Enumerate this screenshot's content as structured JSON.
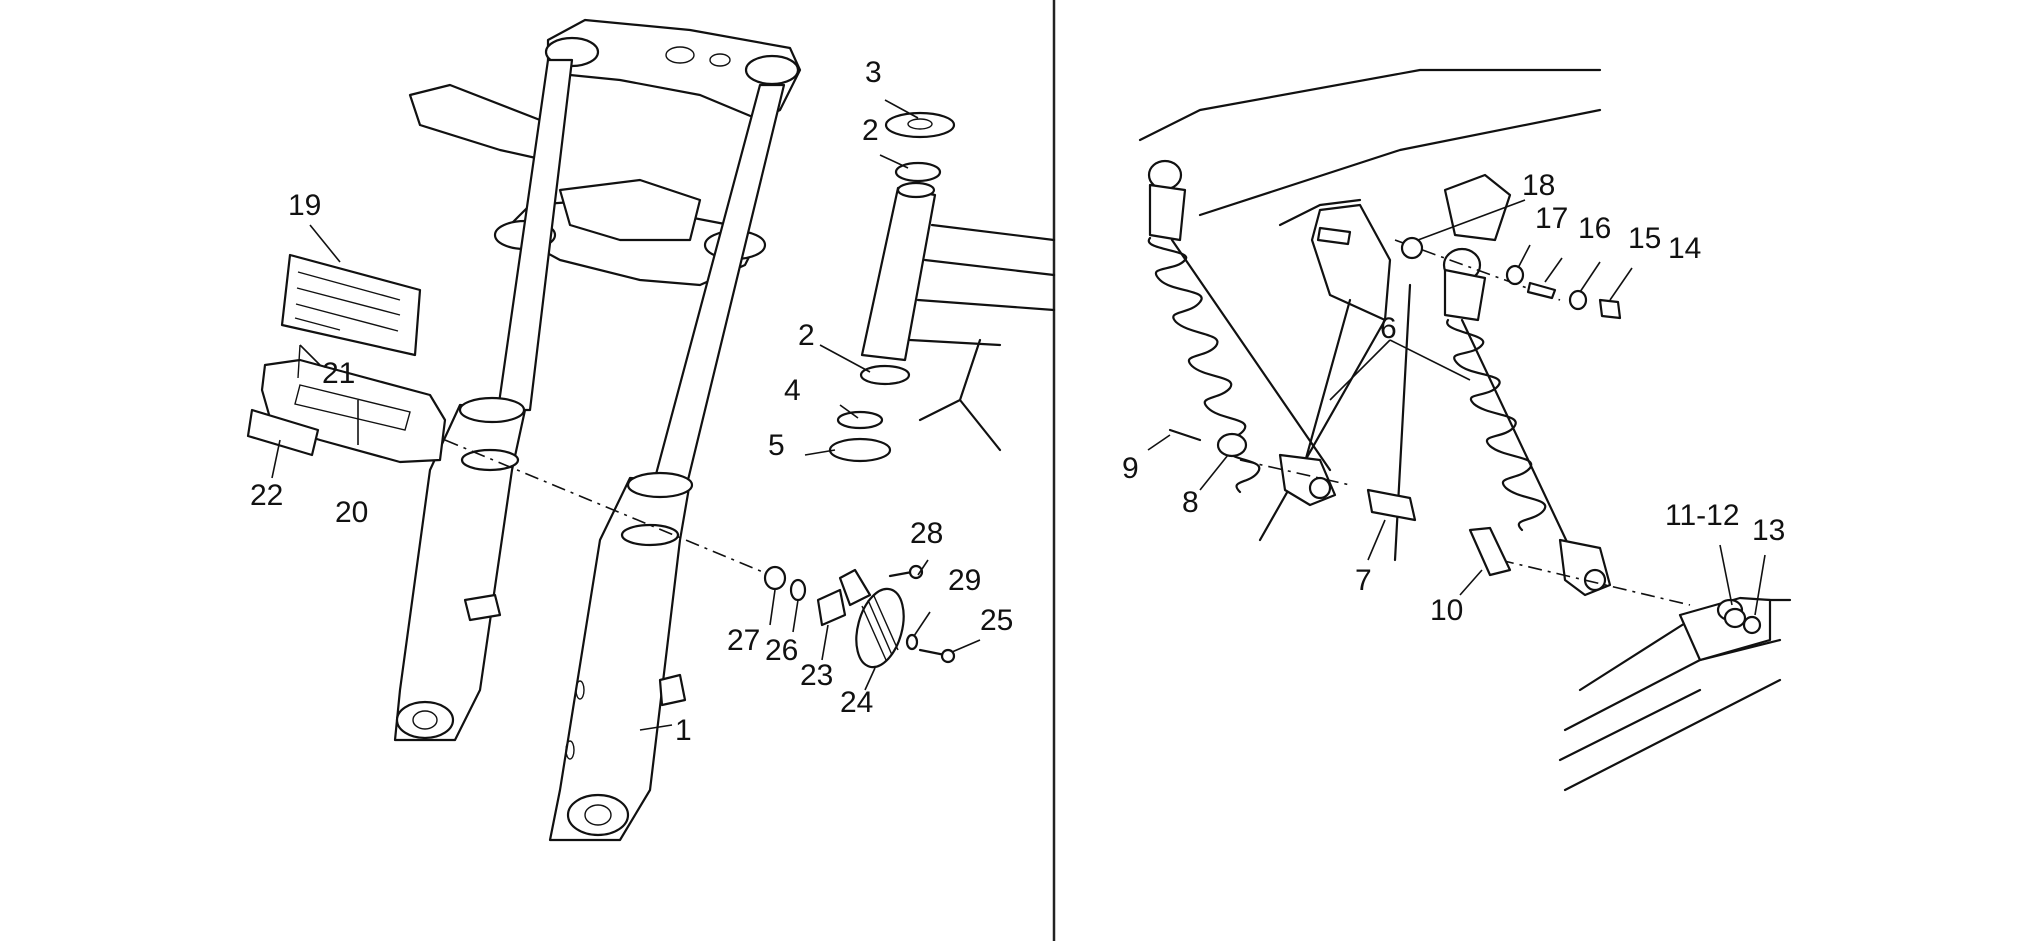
{
  "diagram": {
    "left_panel": {
      "callouts": [
        "1",
        "2",
        "2",
        "3",
        "4",
        "5",
        "19",
        "20",
        "21",
        "22",
        "23",
        "24",
        "25",
        "26",
        "27",
        "28",
        "29"
      ]
    },
    "right_panel": {
      "callouts": [
        "6",
        "7",
        "8",
        "9",
        "10",
        "11-12",
        "13",
        "14",
        "15",
        "16",
        "17",
        "18"
      ]
    }
  },
  "colors": {
    "ink": "#111111",
    "paper": "#ffffff"
  }
}
